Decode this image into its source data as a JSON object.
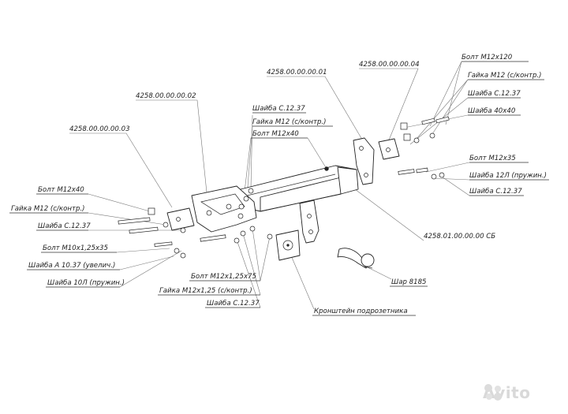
{
  "labels": {
    "part_4258_01": "4258.00.00.00.01",
    "part_4258_04": "4258.00.00.00.04",
    "part_4258_02": "4258.00.00.00.02",
    "part_4258_03": "4258.00.00.00.03",
    "part_assembly": "4258.01.00.00.00 СБ",
    "bolt_m12x120": "Болт М12х120",
    "nut_m12_top_right": "Гайка М12 (с/контр.)",
    "washer_c1237_top_right": "Шайба С.12.37",
    "washer_40x40": "Шайба 40х40",
    "washer_c1237_top_mid": "Шайба С.12.37",
    "nut_m12_top_mid": "Гайка М12 (с/контр.)",
    "bolt_m12x40_top": "Болт М12х40",
    "bolt_m12x35": "Болт М12х35",
    "washer_12l": "Шайба 12Л (пружин.)",
    "washer_c1237_right": "Шайба С.12.37",
    "bolt_m12x40_left": "Болт М12х40",
    "nut_m12_left": "Гайка М12 (с/контр.)",
    "washer_c1237_left": "Шайба С.12.37",
    "bolt_m10x125x35": "Болт М10х1,25х35",
    "washer_a1037": "Шайба А 10.37 (увелич.)",
    "washer_10l": "Шайба 10Л (пружин.)",
    "bolt_m12x125x75": "Болт М12х1,25х75",
    "nut_m12x125": "Гайка М12х1,25 (с/контр.)",
    "washer_c1237_bottom": "Шайба С.12.37",
    "socket_bracket": "Кронштейн подрозетника",
    "ball_8185": "Шар 8185"
  },
  "watermark": {
    "text": "Avito"
  },
  "icons": {
    "watermark_icon": "avito-dots-icon"
  }
}
